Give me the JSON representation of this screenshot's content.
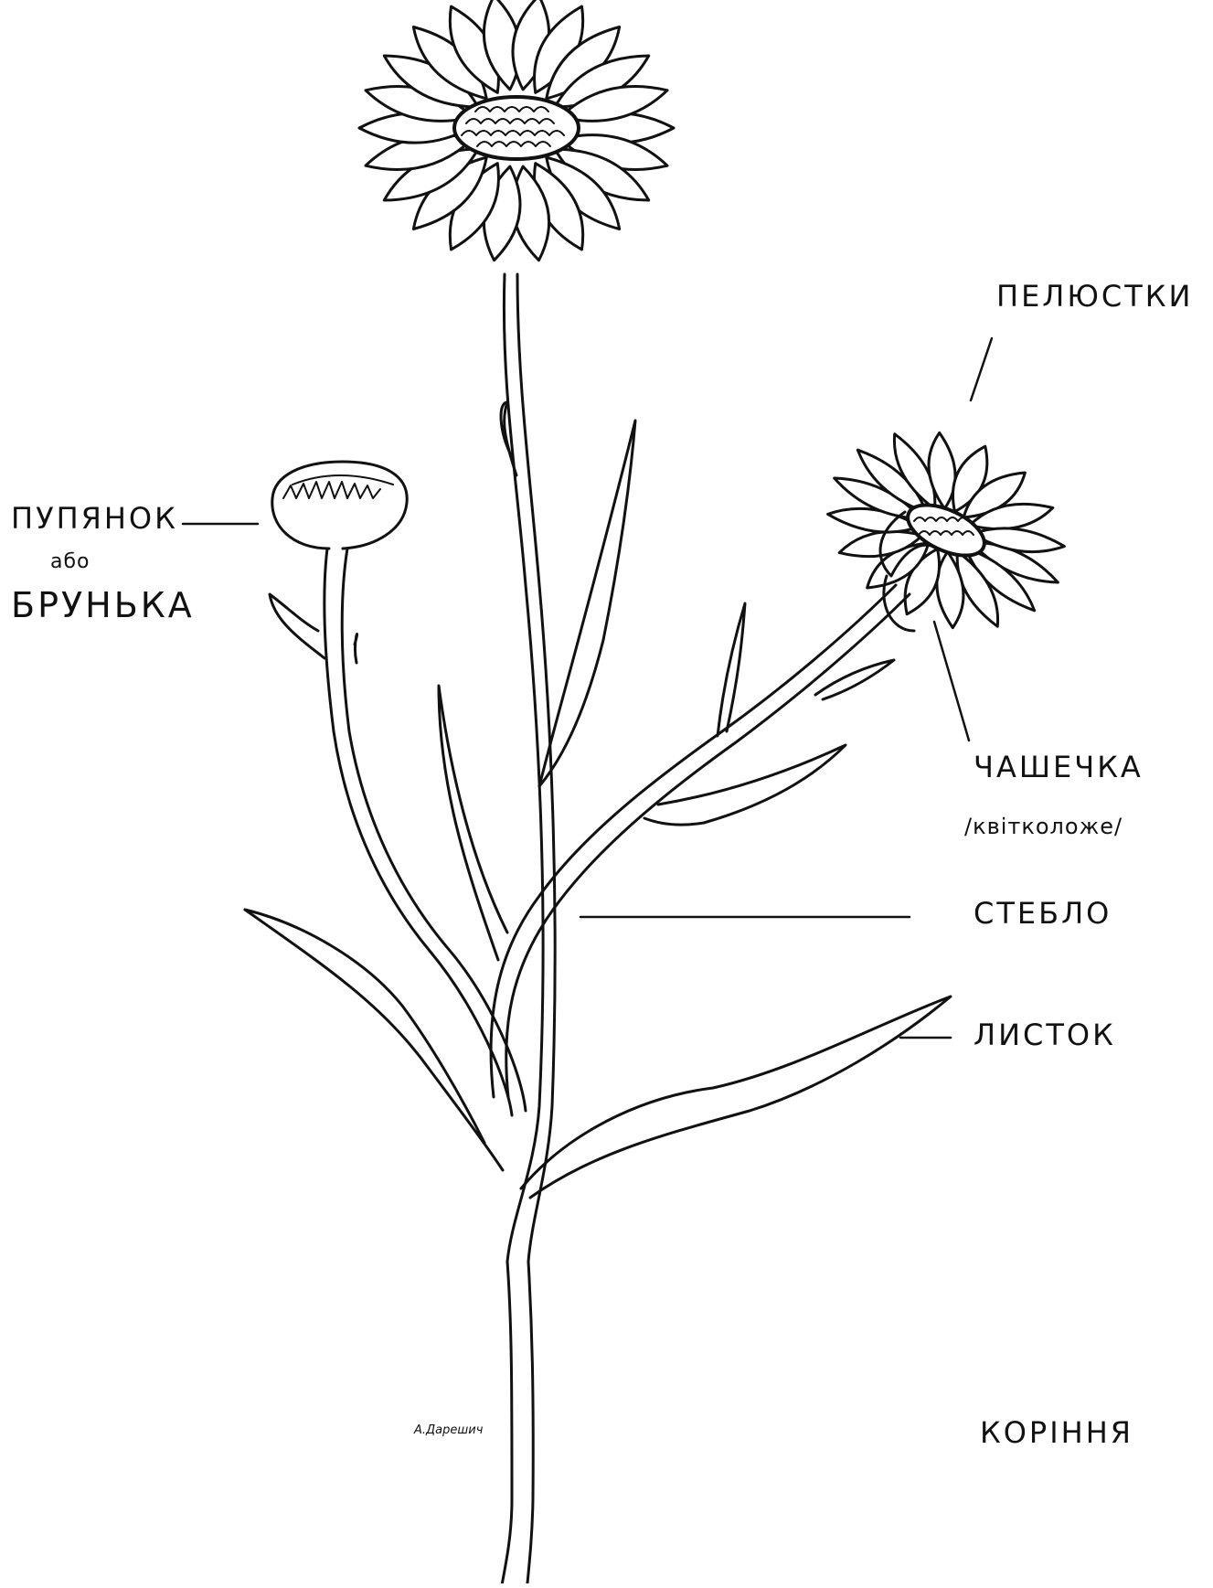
{
  "labels": {
    "petals": "ПЕЛЮСТКИ",
    "bud": "ПУПЯНОК",
    "bud_or": "або",
    "bud_alt": "БРУНЬКА",
    "calyx": "ЧАШЕЧКА",
    "receptacle": "/квітколоже/",
    "stem": "СТЕБЛО",
    "leaf": "ЛИСТОК",
    "roots": "КОРІННЯ"
  },
  "signature": "А.Дарешич"
}
